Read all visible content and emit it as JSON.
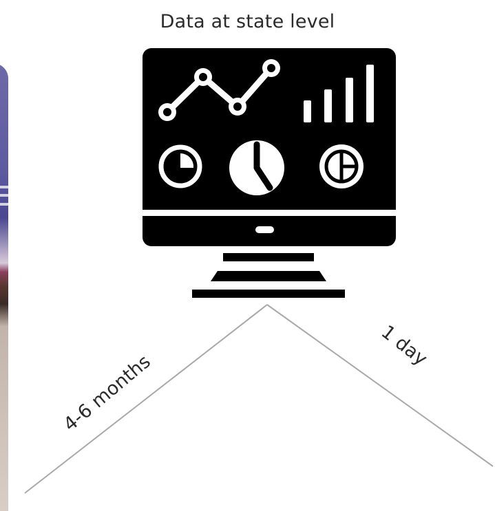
{
  "node": {
    "title": "Data at state level",
    "icon": "monitor-dashboard-icon"
  },
  "edges": [
    {
      "label": "4-6 months"
    },
    {
      "label": "1 day"
    }
  ],
  "colors": {
    "icon": "#000000",
    "edge_line": "#a8a8a8",
    "text": "#2b2b2b",
    "background": "#ffffff"
  }
}
